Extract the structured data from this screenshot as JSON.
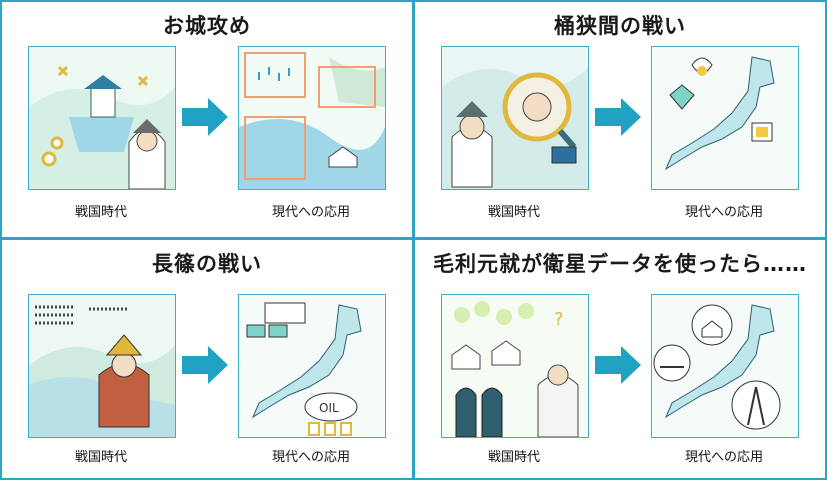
{
  "panels": [
    {
      "title": "お城攻め",
      "left_caption": "戦国時代",
      "right_caption": "現代への応用"
    },
    {
      "title": "桶狭間の戦い",
      "left_caption": "戦国時代",
      "right_caption": "現代への応用"
    },
    {
      "title": "長篠の戦い",
      "left_caption": "戦国時代",
      "right_caption": "現代への応用"
    },
    {
      "title": "毛利元就が衛星データを使ったら……",
      "left_caption": "戦国時代",
      "right_caption": "現代への応用"
    }
  ],
  "colors": {
    "frame": "#2aa6c4",
    "arrow": "#22a2c2",
    "accent": "#f5c842"
  },
  "icons": [
    "right-arrow-icon",
    "oil-label",
    "question-mark-icon"
  ],
  "oil_label": "OIL"
}
